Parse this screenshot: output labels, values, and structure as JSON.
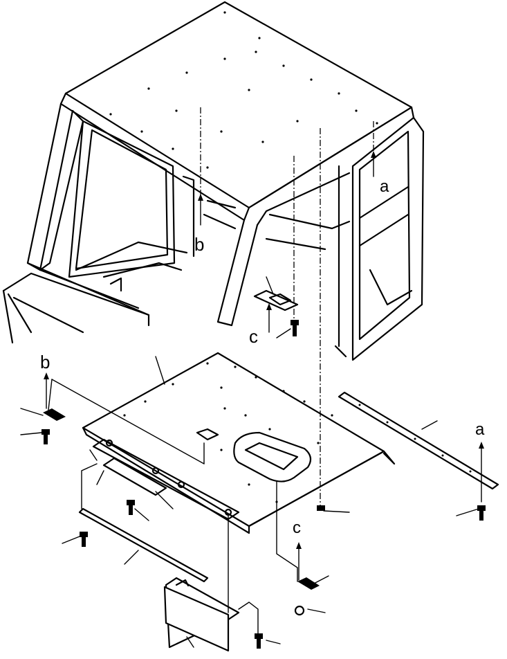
{
  "diagram": {
    "type": "exploded-parts-view",
    "arrow_labels": [
      "a",
      "b",
      "c",
      "b",
      "c",
      "a"
    ]
  }
}
